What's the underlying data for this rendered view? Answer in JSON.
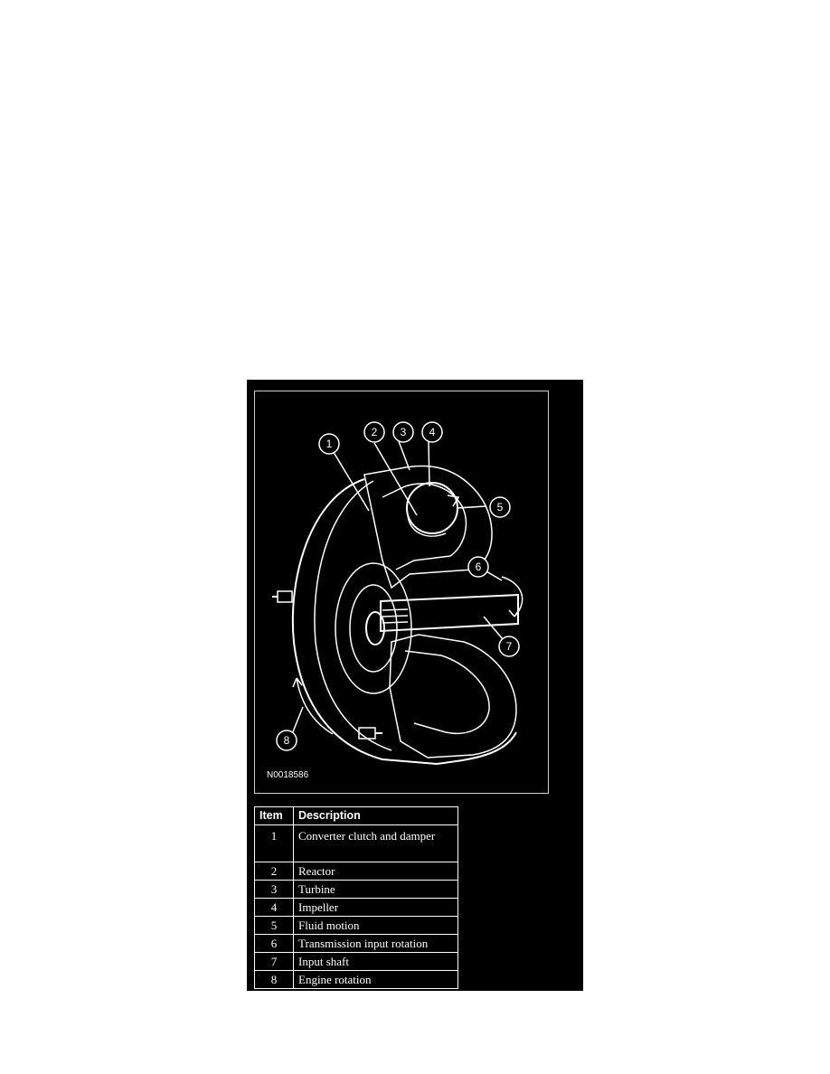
{
  "figure": {
    "code": "N0018586",
    "callouts": [
      "1",
      "2",
      "3",
      "4",
      "5",
      "6",
      "7",
      "8"
    ]
  },
  "legend": {
    "headers": {
      "item": "Item",
      "description": "Description"
    },
    "rows": [
      {
        "item": "1",
        "description": "Converter clutch and damper"
      },
      {
        "item": "2",
        "description": "Reactor"
      },
      {
        "item": "3",
        "description": "Turbine"
      },
      {
        "item": "4",
        "description": "Impeller"
      },
      {
        "item": "5",
        "description": "Fluid motion"
      },
      {
        "item": "6",
        "description": "Transmission input rotation"
      },
      {
        "item": "7",
        "description": "Input shaft"
      },
      {
        "item": "8",
        "description": "Engine rotation"
      }
    ]
  }
}
